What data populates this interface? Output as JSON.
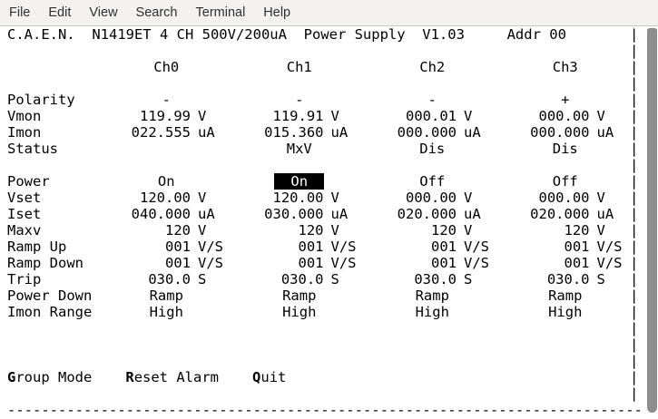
{
  "menu_bar": {
    "items": [
      "File",
      "Edit",
      "View",
      "Search",
      "Terminal",
      "Help"
    ]
  },
  "terminal": {
    "title_line": "C.A.E.N.  N1419ET 4 CH 500V/200uA  Power Supply  V1.03     Addr 00",
    "channel_headers": [
      "Ch0",
      "Ch1",
      "Ch2",
      "Ch3"
    ],
    "monitor_rows": [
      {
        "label": "Polarity",
        "values": [
          {
            "text": "-"
          },
          {
            "text": "-"
          },
          {
            "text": "-"
          },
          {
            "text": "+"
          }
        ]
      },
      {
        "label": "Vmon",
        "values": [
          {
            "num": "119.99",
            "unit": "V"
          },
          {
            "num": "119.91",
            "unit": "V"
          },
          {
            "num": "000.01",
            "unit": "V"
          },
          {
            "num": "000.00",
            "unit": "V"
          }
        ]
      },
      {
        "label": "Imon",
        "values": [
          {
            "num": "022.555",
            "unit": "uA"
          },
          {
            "num": "015.360",
            "unit": "uA"
          },
          {
            "num": "000.000",
            "unit": "uA"
          },
          {
            "num": "000.000",
            "unit": "uA"
          }
        ]
      },
      {
        "label": "Status",
        "values": [
          {
            "text": ""
          },
          {
            "text": "MxV"
          },
          {
            "text": "Dis"
          },
          {
            "text": "Dis"
          }
        ]
      }
    ],
    "setting_rows": [
      {
        "label": "Power",
        "values": [
          {
            "text": "On"
          },
          {
            "text": "On",
            "selected": true
          },
          {
            "text": "Off"
          },
          {
            "text": "Off"
          }
        ]
      },
      {
        "label": "Vset",
        "values": [
          {
            "num": "120.00",
            "unit": "V"
          },
          {
            "num": "120.00",
            "unit": "V"
          },
          {
            "num": "000.00",
            "unit": "V"
          },
          {
            "num": "000.00",
            "unit": "V"
          }
        ]
      },
      {
        "label": "Iset",
        "values": [
          {
            "num": "040.000",
            "unit": "uA"
          },
          {
            "num": "030.000",
            "unit": "uA"
          },
          {
            "num": "020.000",
            "unit": "uA"
          },
          {
            "num": "020.000",
            "unit": "uA"
          }
        ]
      },
      {
        "label": "Maxv",
        "values": [
          {
            "num": "120",
            "unit": "V"
          },
          {
            "num": "120",
            "unit": "V"
          },
          {
            "num": "120",
            "unit": "V"
          },
          {
            "num": "120",
            "unit": "V"
          }
        ]
      },
      {
        "label": "Ramp Up",
        "values": [
          {
            "num": "001",
            "unit": "V/S"
          },
          {
            "num": "001",
            "unit": "V/S"
          },
          {
            "num": "001",
            "unit": "V/S"
          },
          {
            "num": "001",
            "unit": "V/S"
          }
        ]
      },
      {
        "label": "Ramp Down",
        "values": [
          {
            "num": "001",
            "unit": "V/S"
          },
          {
            "num": "001",
            "unit": "V/S"
          },
          {
            "num": "001",
            "unit": "V/S"
          },
          {
            "num": "001",
            "unit": "V/S"
          }
        ]
      },
      {
        "label": "Trip",
        "values": [
          {
            "num": "030.0",
            "unit": "S"
          },
          {
            "num": "030.0",
            "unit": "S"
          },
          {
            "num": "030.0",
            "unit": "S"
          },
          {
            "num": "030.0",
            "unit": "S"
          }
        ]
      },
      {
        "label": "Power Down",
        "values": [
          {
            "text": "Ramp"
          },
          {
            "text": "Ramp"
          },
          {
            "text": "Ramp"
          },
          {
            "text": "Ramp"
          }
        ]
      },
      {
        "label": "Imon Range",
        "values": [
          {
            "text": "High"
          },
          {
            "text": "High"
          },
          {
            "text": "High"
          },
          {
            "text": "High"
          }
        ]
      }
    ],
    "footer_commands": [
      {
        "hotkey": "G",
        "rest": "roup Mode",
        "label": "Group Mode"
      },
      {
        "hotkey": "R",
        "rest": "eset Alarm",
        "label": "Reset Alarm"
      },
      {
        "hotkey": "Q",
        "rest": "uit",
        "label": "Quit"
      }
    ],
    "bottom_dashes": "---------------------------------------------------------------------------",
    "right_border_char": "|",
    "right_border_rows": 23
  },
  "colors": {
    "terminal_bg": "#ffffff",
    "terminal_fg": "#000000",
    "selection_bg": "#000000",
    "selection_fg": "#ffffff",
    "menubar_bg": "#f3f2f0",
    "scrollbar_thumb": "#8d8d8d"
  }
}
